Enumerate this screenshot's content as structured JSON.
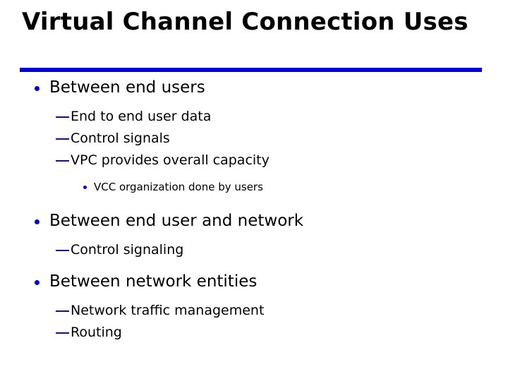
{
  "slide": {
    "title": "Virtual Channel Connection Uses",
    "title_line_1": "Virtual Channel Connection",
    "title_line_2": "Uses",
    "colors": {
      "rule": "#0000CC",
      "bullet": "#0000CC",
      "dash": "#151570",
      "text": "#000000",
      "background": "#FFFFFF"
    },
    "outline": [
      {
        "level": 1,
        "marker": "bullet-dot",
        "text": "Between end users"
      },
      {
        "level": 2,
        "marker": "em-dash",
        "text": "End to end user data"
      },
      {
        "level": 2,
        "marker": "em-dash",
        "text": "Control signals"
      },
      {
        "level": 2,
        "marker": "em-dash",
        "text": "VPC provides overall capacity"
      },
      {
        "level": 3,
        "marker": "bullet-dot-small",
        "text": "VCC organization done by users"
      },
      {
        "level": 1,
        "marker": "bullet-dot",
        "text": "Between end user and network"
      },
      {
        "level": 2,
        "marker": "em-dash",
        "text": "Control signaling"
      },
      {
        "level": 1,
        "marker": "bullet-dot",
        "text": "Between network entities"
      },
      {
        "level": 2,
        "marker": "em-dash",
        "text": "Network traffic management"
      },
      {
        "level": 2,
        "marker": "em-dash",
        "text": "Routing"
      }
    ]
  }
}
